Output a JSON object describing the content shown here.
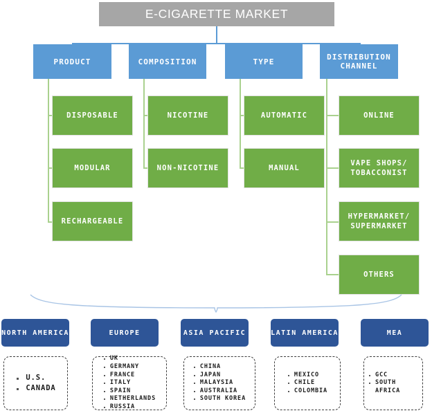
{
  "title": "E-CIGARETTE MARKET",
  "colors": {
    "root": "#a6a6a6",
    "category": "#5b9bd5",
    "leaf": "#70ad47",
    "region": "#2e5597",
    "connector_blue": "#5b9bd5",
    "connector_green": "#a9d18e"
  },
  "categories": [
    {
      "label": "PRODUCT",
      "children": [
        "DISPOSABLE",
        "MODULAR",
        "RECHARGEABLE"
      ]
    },
    {
      "label": "COMPOSITION",
      "children": [
        "NICOTINE",
        "NON-NICOTINE"
      ]
    },
    {
      "label": "TYPE",
      "children": [
        "AUTOMATIC",
        "MANUAL"
      ]
    },
    {
      "label": "DISTRIBUTION CHANNEL",
      "children": [
        "ONLINE",
        "VAPE SHOPS/ TOBACCONIST",
        "HYPERMARKET/ SUPERMARKET",
        "OTHERS"
      ]
    }
  ],
  "regions": [
    {
      "label": "NORTH AMERICA",
      "countries": [
        "U.S.",
        "CANADA"
      ]
    },
    {
      "label": "EUROPE",
      "countries": [
        "UK",
        "GERMANY",
        "FRANCE",
        "ITALY",
        "SPAIN",
        "NETHERLANDS",
        "RUSSIA"
      ]
    },
    {
      "label": "ASIA PACIFIC",
      "countries": [
        "CHINA",
        "JAPAN",
        "MALAYSIA",
        "AUSTRALIA",
        "SOUTH KOREA"
      ]
    },
    {
      "label": "LATIN AMERICA",
      "countries": [
        "MEXICO",
        "CHILE",
        "COLOMBIA"
      ]
    },
    {
      "label": "MEA",
      "countries": [
        "GCC",
        "SOUTH AFRICA"
      ]
    }
  ]
}
